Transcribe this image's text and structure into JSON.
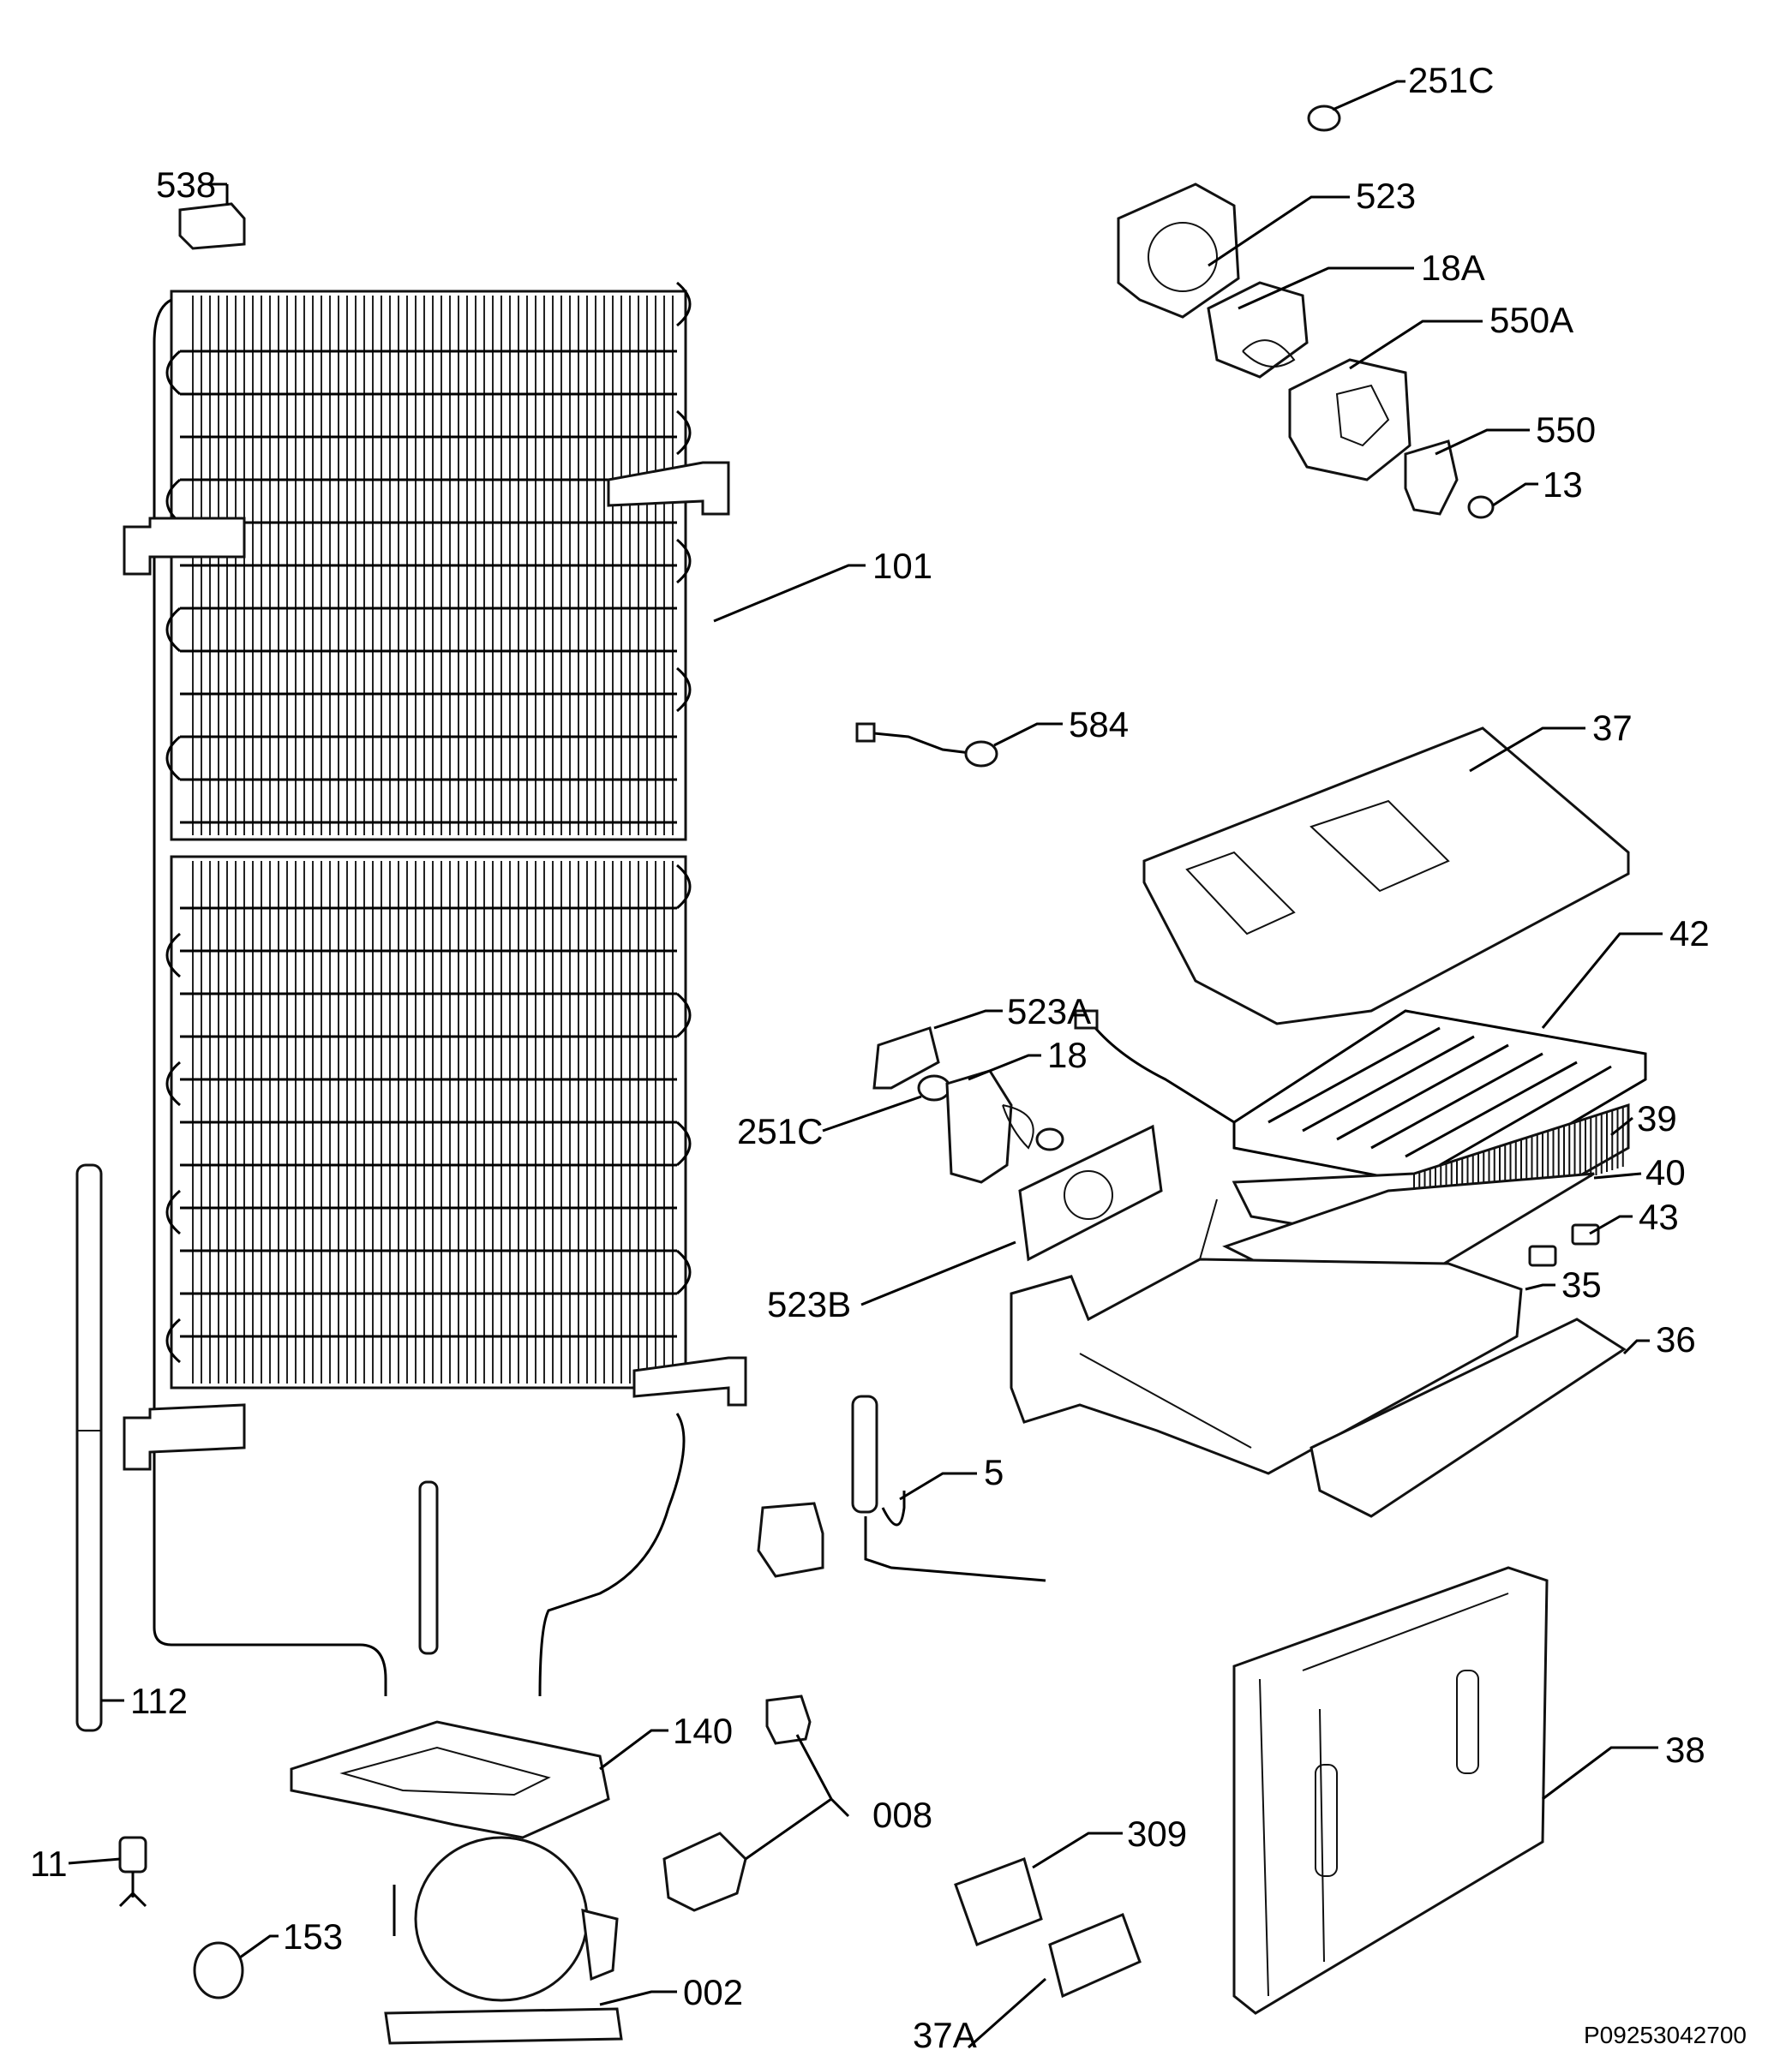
{
  "labels": {
    "l_251c_top": "251C",
    "l_523": "523",
    "l_18a": "18A",
    "l_550a": "550A",
    "l_550": "550",
    "l_13": "13",
    "l_538": "538",
    "l_101": "101",
    "l_584": "584",
    "l_37": "37",
    "l_42": "42",
    "l_523a": "523A",
    "l_18": "18",
    "l_251c_mid": "251C",
    "l_39": "39",
    "l_40": "40",
    "l_43": "43",
    "l_523b": "523B",
    "l_35": "35",
    "l_36": "36",
    "l_5": "5",
    "l_112": "112",
    "l_140": "140",
    "l_008": "008",
    "l_11": "11",
    "l_153": "153",
    "l_309": "309",
    "l_38": "38",
    "l_002": "002",
    "l_37a": "37A"
  },
  "document_code": "P09253042700"
}
